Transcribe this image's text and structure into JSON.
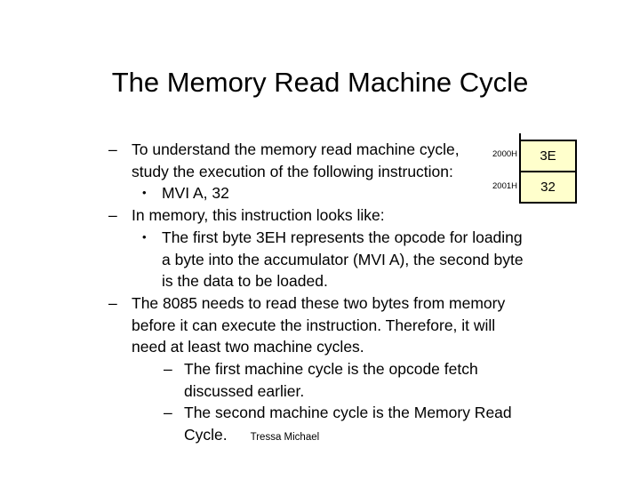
{
  "slide": {
    "title": "The Memory Read Machine Cycle",
    "footer": "Tressa Michael",
    "background_color": "#FFFFFF",
    "text_color": "#000000"
  },
  "bullets": {
    "dash_marker": "–",
    "dot_marker": "•"
  },
  "content": {
    "item1_line1": "To understand the memory read machine cycle,",
    "item1_line2": "study the execution of the following instruction:",
    "item2": "MVI A, 32",
    "item3": "In memory, this instruction looks like:",
    "item4_line1": "The first byte 3EH represents the opcode for loading",
    "item4_line2": "a byte into the accumulator (MVI A), the second byte",
    "item4_line3": "is the data to be loaded.",
    "item5_line1": "The 8085 needs to read these two bytes from memory",
    "item5_line2": "before it can execute the instruction. Therefore, it will",
    "item5_line3": "need at least two machine cycles.",
    "item6_line1": "The first machine cycle is the opcode fetch",
    "item6_line2": "discussed earlier.",
    "item7_line1": "The second machine cycle is the Memory Read",
    "item7_line2": "Cycle."
  },
  "memory_table": {
    "cell_color": "#FFFFCC",
    "border_color": "#000000",
    "rows": [
      {
        "address": "2000H",
        "value": "3E"
      },
      {
        "address": "2001H",
        "value": "32"
      }
    ]
  }
}
